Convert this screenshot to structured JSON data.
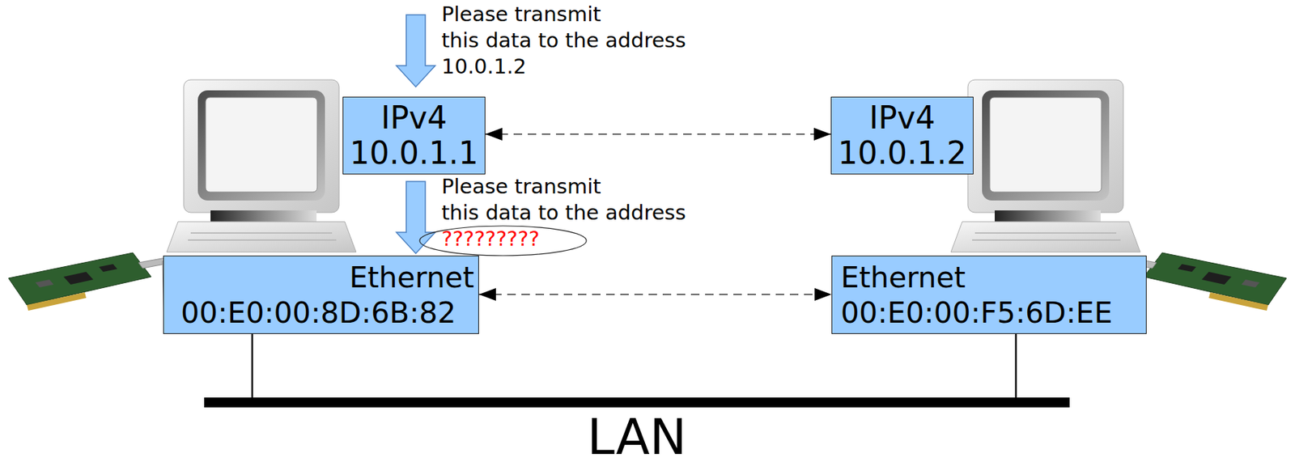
{
  "diagram": {
    "nodes": [
      {
        "text": [
          "IPv4",
          "10.0.1.1"
        ]
      },
      {
        "text": [
          "IPv4",
          "10.0.1.2"
        ]
      },
      {
        "text": [
          "Ethernet",
          "00:E0:00:8D:6B:82"
        ]
      },
      {
        "text": [
          "Ethernet",
          "00:E0:00:F5:6D:EE"
        ]
      },
      {
        "text": [
          "LAN"
        ]
      }
    ],
    "edges": [
      {
        "from": 0,
        "to": 1,
        "arrow": "both"
      },
      {
        "from": 2,
        "to": 3,
        "arrow": "both"
      },
      {
        "from": 2,
        "to": 4,
        "arrow": "none"
      },
      {
        "from": 3,
        "to": 4,
        "arrow": "none"
      }
    ],
    "labels": [
      "Please transmit",
      "this data to the address",
      "10.0.1.2",
      "Please transmit",
      "this data to the address",
      "?????????"
    ]
  }
}
